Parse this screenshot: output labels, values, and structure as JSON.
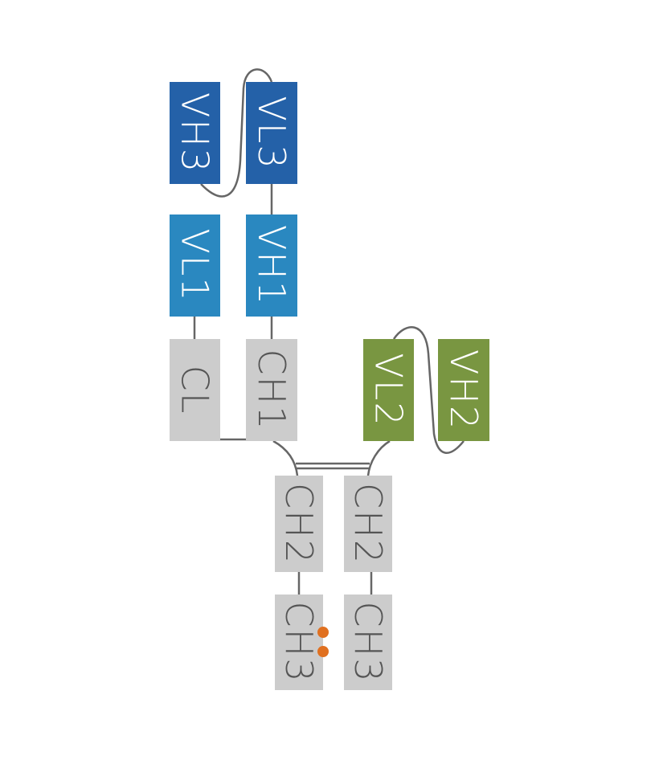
{
  "diagram": {
    "title": "",
    "colors": {
      "dark_blue": "#2461a8",
      "light_blue": "#2a88c0",
      "green": "#799641",
      "gray": "#cccccc",
      "line": "#666666",
      "orange_dot": "#e07020",
      "text_light": "#ffffff",
      "text_dark": "#555555"
    },
    "domains": [
      {
        "id": "vh3",
        "label": "VH3",
        "color": "dark_blue"
      },
      {
        "id": "vl3",
        "label": "VL3",
        "color": "dark_blue"
      },
      {
        "id": "vl1",
        "label": "VL1",
        "color": "light_blue"
      },
      {
        "id": "vh1",
        "label": "VH1",
        "color": "light_blue"
      },
      {
        "id": "cl",
        "label": "CL",
        "color": "gray"
      },
      {
        "id": "ch1",
        "label": "CH1",
        "color": "gray"
      },
      {
        "id": "vl2",
        "label": "VL2",
        "color": "green"
      },
      {
        "id": "vh2",
        "label": "VH2",
        "color": "green"
      },
      {
        "id": "ch2a",
        "label": "CH2",
        "color": "gray"
      },
      {
        "id": "ch2b",
        "label": "CH2",
        "color": "gray"
      },
      {
        "id": "ch3a",
        "label": "CH3",
        "color": "gray"
      },
      {
        "id": "ch3b",
        "label": "CH3",
        "color": "gray"
      }
    ],
    "connections": [
      {
        "from": "vh3",
        "to": "vl3",
        "kind": "linker"
      },
      {
        "from": "vl3",
        "to": "vh1",
        "kind": "straight"
      },
      {
        "from": "vl1",
        "to": "cl",
        "kind": "straight"
      },
      {
        "from": "vh1",
        "to": "ch1",
        "kind": "straight"
      },
      {
        "from": "cl",
        "to": "ch1",
        "kind": "disulfide"
      },
      {
        "from": "ch1",
        "to": "ch2a",
        "kind": "hinge"
      },
      {
        "from": "vl2",
        "to": "ch2b",
        "kind": "hinge"
      },
      {
        "from": "vl2",
        "to": "vh2",
        "kind": "linker"
      },
      {
        "from": "ch2a",
        "to": "ch2b",
        "kind": "double-disulfide"
      },
      {
        "from": "ch2a",
        "to": "ch3a",
        "kind": "straight"
      },
      {
        "from": "ch2b",
        "to": "ch3b",
        "kind": "straight"
      }
    ],
    "markers": [
      {
        "on": "ch3a",
        "type": "knob-dot",
        "count": 2
      }
    ]
  }
}
